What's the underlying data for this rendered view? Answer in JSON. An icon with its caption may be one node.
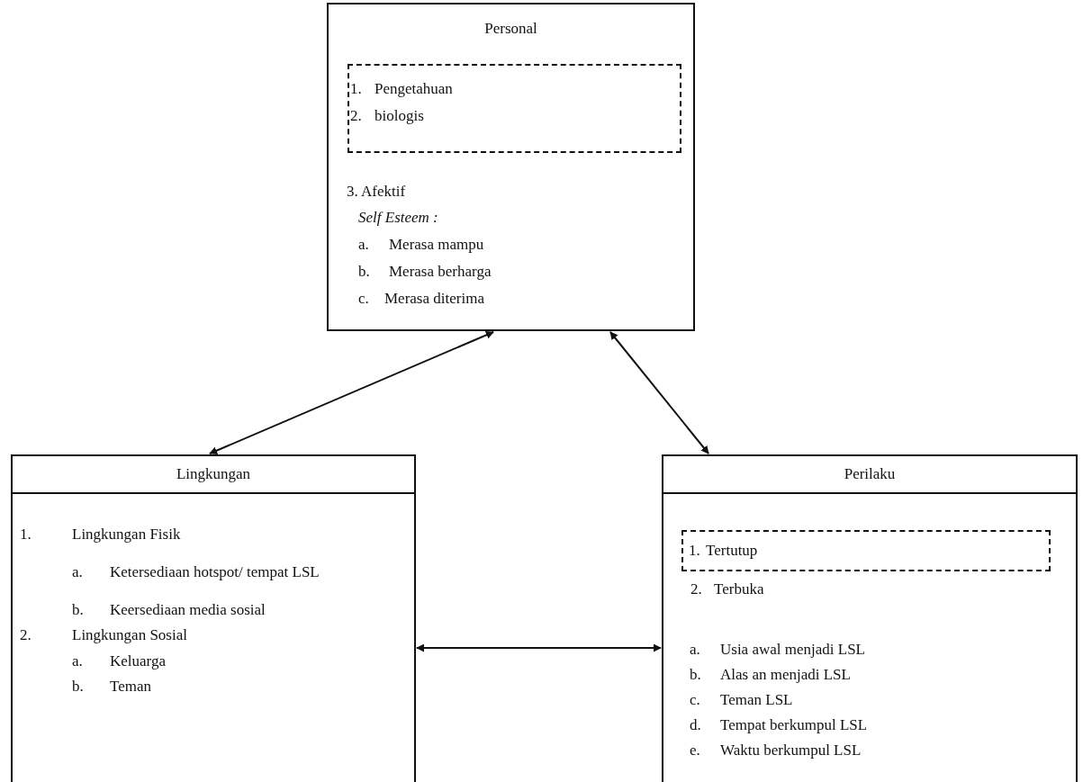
{
  "diagram": {
    "nodes": [
      {
        "text": [
          "Personal",
          "3. Afektif",
          "Self Esteem :",
          "a. Merasa mampu",
          "b. Merasa berharga",
          "c. Merasa diterima"
        ]
      },
      {
        "text": [
          "1. Pengetahuan",
          "2. biologis"
        ],
        "in": 0
      },
      {
        "text": [
          "Lingkungan",
          "1. Lingkungan Fisik",
          "a. Ketersediaan hotspot/ tempat LSL",
          "b. Keersediaan media sosial",
          "2. Lingkungan Sosial",
          "a. Keluarga",
          "b. Teman"
        ]
      },
      {
        "text": [
          "Perilaku",
          "2. Terbuka",
          "a. Usia awal menjadi LSL",
          "b. Alas an menjadi LSL",
          "c. Teman LSL",
          "d. Tempat berkumpul LSL",
          "e. Waktu berkumpul LSL"
        ]
      },
      {
        "text": [
          "1. Tertutup"
        ],
        "in": 3
      }
    ],
    "edges": [
      {
        "from": 0,
        "to": 2,
        "arrow": "both"
      },
      {
        "from": 0,
        "to": 3,
        "arrow": "both"
      },
      {
        "from": 2,
        "to": 3,
        "arrow": "both"
      }
    ]
  }
}
